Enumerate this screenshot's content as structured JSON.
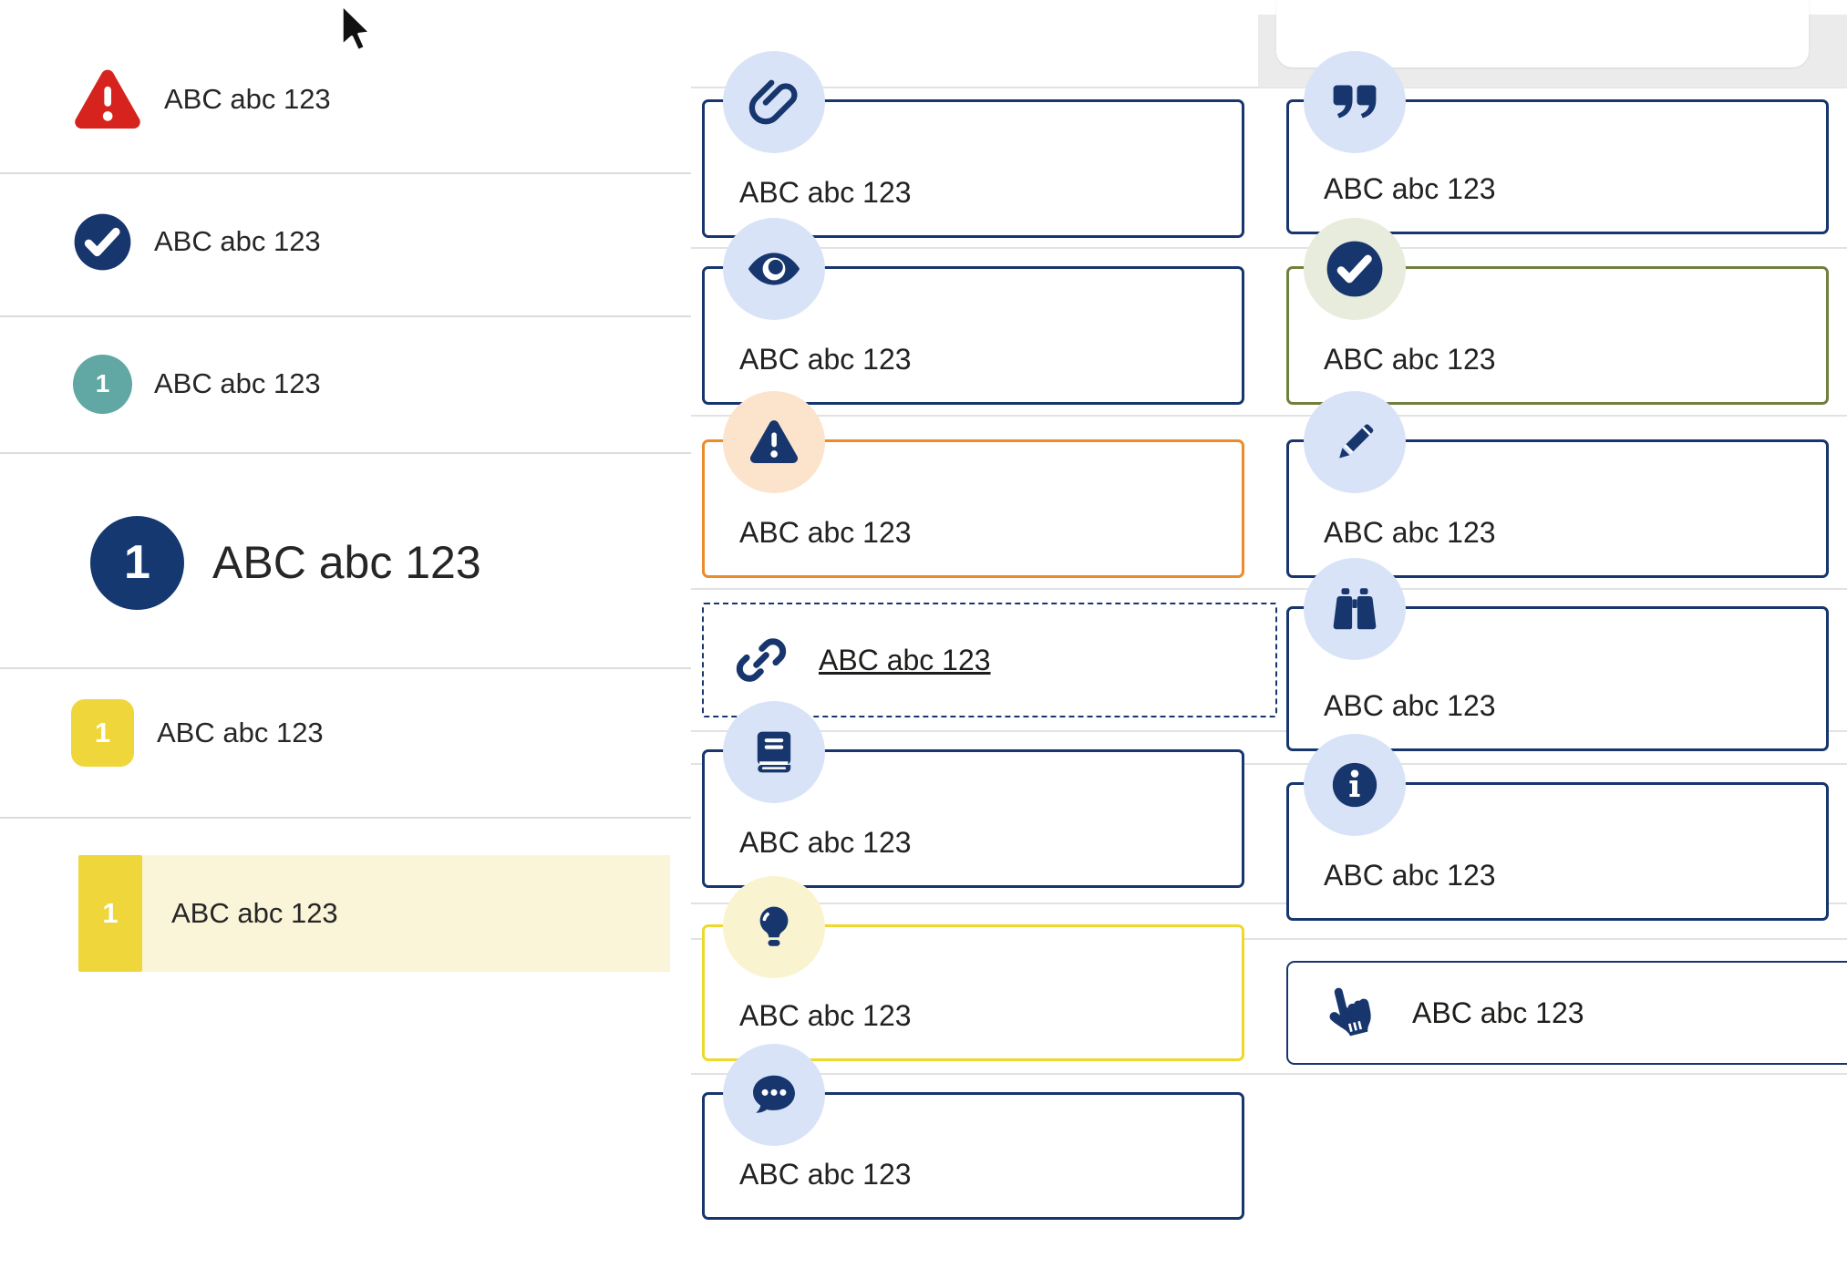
{
  "page": {
    "background": "#ffffff",
    "type": "ui-pattern-library"
  },
  "colors": {
    "navy": "#17366d",
    "periwinkle": "#d9e3f8",
    "red": "#d7231e",
    "teal": "#61a7a3",
    "orange": "#ec8b2a",
    "peach": "#fce3cc",
    "olive": "#71803e",
    "sage": "#e8ecdc",
    "yellow_border": "#eed829",
    "yellow_badge": "#efd63a",
    "pale_yellow": "#faf3cf",
    "highlight_row": "#faf5d8",
    "divider": "#dcdcdc",
    "text": "#262626",
    "band_gray": "#ebebeb"
  },
  "pointer": {
    "present": true,
    "style": "arrow"
  },
  "left_list": {
    "items": [
      {
        "icon": "alert-triangle-icon",
        "label": "ABC abc 123",
        "style": "red-alert"
      },
      {
        "icon": "check-circle-icon",
        "label": "ABC abc 123",
        "style": "navy-check"
      },
      {
        "icon": "number-badge",
        "badge": "1",
        "label": "ABC abc 123",
        "style": "teal-circle"
      },
      {
        "icon": "number-badge",
        "badge": "1",
        "label": "ABC abc 123",
        "style": "navy-circle-large"
      },
      {
        "icon": "number-badge",
        "badge": "1",
        "label": "ABC abc 123",
        "style": "yellow-rounded-square"
      },
      {
        "icon": "number-badge",
        "badge": "1",
        "label": "ABC abc 123",
        "style": "yellow-highlighted-row"
      }
    ]
  },
  "middle_callouts": {
    "items": [
      {
        "icon": "paperclip-icon",
        "label": "ABC abc 123",
        "style": "navy-outline"
      },
      {
        "icon": "eye-icon",
        "label": "ABC abc 123",
        "style": "navy-outline"
      },
      {
        "icon": "alert-triangle-icon",
        "label": "ABC abc 123",
        "style": "orange-outline"
      },
      {
        "icon": "link-icon",
        "label": "ABC abc 123",
        "style": "dashed-outline-link"
      },
      {
        "icon": "book-icon",
        "label": "ABC abc 123",
        "style": "navy-outline"
      },
      {
        "icon": "lightbulb-icon",
        "label": "ABC abc 123",
        "style": "yellow-outline"
      },
      {
        "icon": "chat-icon",
        "label": "ABC abc 123",
        "style": "navy-outline"
      }
    ]
  },
  "right_callouts": {
    "items": [
      {
        "icon": "quote-icon",
        "label": "ABC abc 123",
        "style": "navy-outline"
      },
      {
        "icon": "check-circle-icon",
        "label": "ABC abc 123",
        "style": "olive-outline"
      },
      {
        "icon": "pencil-icon",
        "label": "ABC abc 123",
        "style": "navy-outline"
      },
      {
        "icon": "binoculars-icon",
        "label": "ABC abc 123",
        "style": "navy-outline"
      },
      {
        "icon": "info-icon",
        "label": "ABC abc 123",
        "style": "navy-outline"
      },
      {
        "icon": "hand-pointer-icon",
        "label": "ABC abc 123",
        "style": "navy-outline-inline"
      }
    ]
  }
}
